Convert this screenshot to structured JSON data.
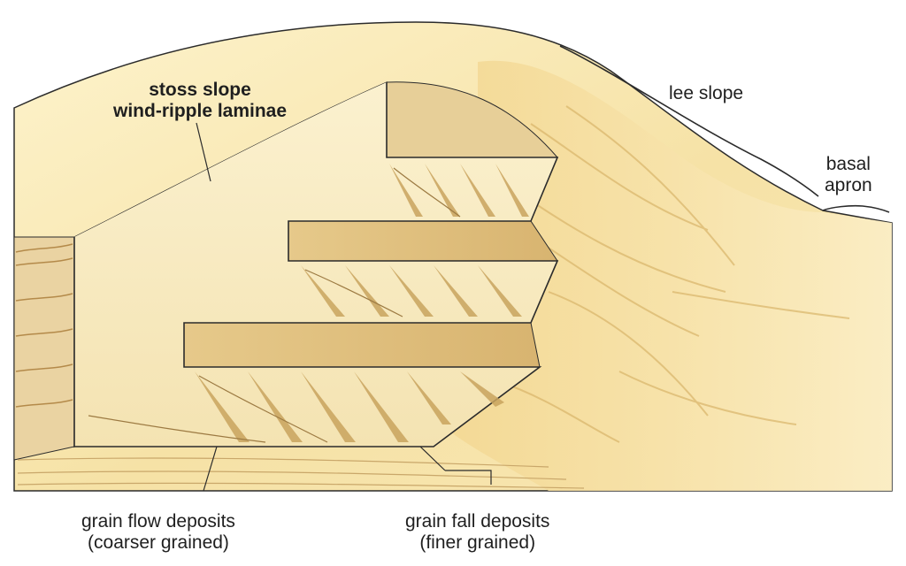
{
  "labels": {
    "stoss": {
      "line1": "stoss slope",
      "line2": "wind-ripple laminae"
    },
    "lee": {
      "text": "lee slope"
    },
    "basal": {
      "line1": "basal",
      "line2": "apron"
    },
    "grain_flow": {
      "line1": "grain flow deposits",
      "line2": "(coarser grained)"
    },
    "grain_fall": {
      "line1": "grain fall deposits",
      "line2": "(finer grained)"
    }
  },
  "colors": {
    "sand_light": "#fbf0c4",
    "sand_mid": "#f0d99a",
    "sand_dark": "#c9a45e",
    "lamina_dark": "#8a6a35",
    "outline": "#2b2b2b"
  }
}
